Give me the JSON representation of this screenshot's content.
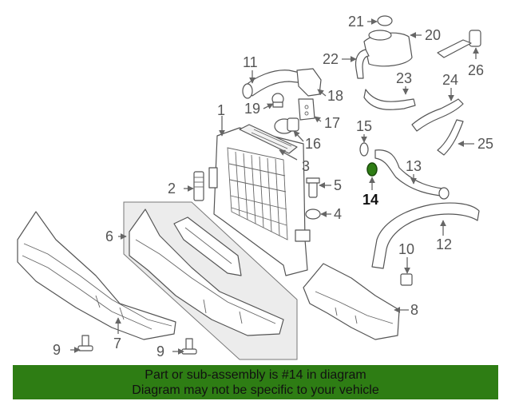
{
  "callouts": {
    "c1": "1",
    "c2": "2",
    "c3": "3",
    "c4": "4",
    "c5": "5",
    "c6": "6",
    "c7": "7",
    "c8": "8",
    "c9a": "9",
    "c9b": "9",
    "c10": "10",
    "c11": "11",
    "c12": "12",
    "c13": "13",
    "c14": "14",
    "c15": "15",
    "c16": "16",
    "c17": "17",
    "c18": "18",
    "c19": "19",
    "c20": "20",
    "c21": "21",
    "c22": "22",
    "c23": "23",
    "c24": "24",
    "c25": "25",
    "c26": "26"
  },
  "highlight": {
    "part": "14",
    "color": "#2e7d14"
  },
  "banner": {
    "line1": "Part or sub-assembly is #14 in diagram",
    "line2": "Diagram may not be specific to your vehicle",
    "background": "#2e7d14"
  }
}
